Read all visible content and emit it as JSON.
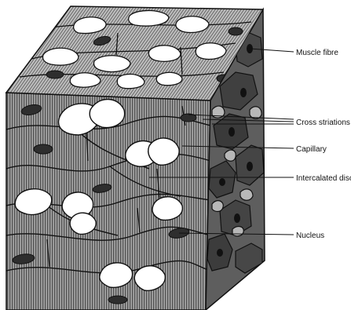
{
  "labels": {
    "muscle_fibre": "Muscle fibre",
    "cross_striations": "Cross striations",
    "capillary": "Capillary",
    "intercalated_disc": "Intercalated disc",
    "nucleus": "Nucleus"
  },
  "colors": {
    "fibre_fill": "#9a9a9a",
    "striation": "#4a4a4a",
    "top_face": "#b9b9b9",
    "side_face": "#5e5e5e",
    "nucleus": "#2e2e2e",
    "capillary": "#ffffff",
    "outline": "#111111"
  }
}
